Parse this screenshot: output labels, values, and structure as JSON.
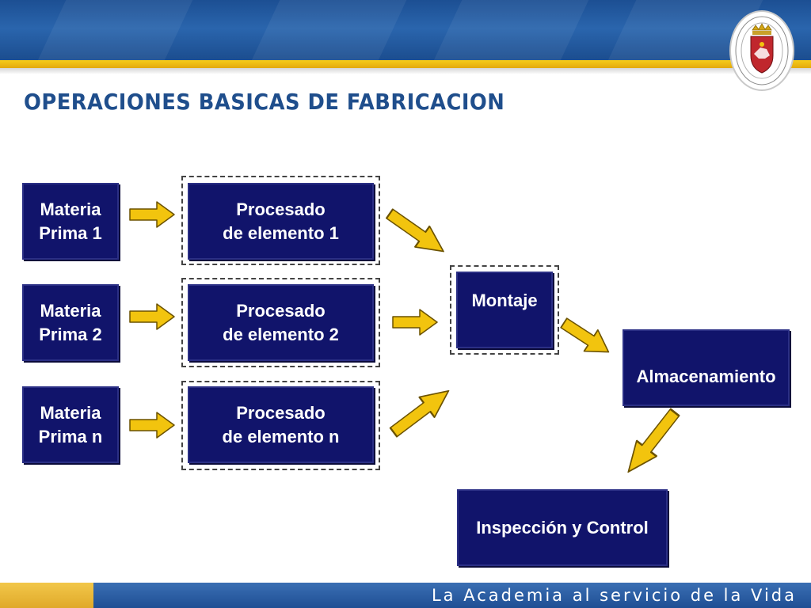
{
  "title": "OPERACIONES BASICAS DE FABRICACION",
  "raw_materials": [
    {
      "line1": "Materia",
      "line2": "Prima 1"
    },
    {
      "line1": "Materia",
      "line2": "Prima 2"
    },
    {
      "line1": "Materia",
      "line2": "Prima n"
    }
  ],
  "processes": [
    {
      "line1": "Procesado",
      "line2": "de elemento 1"
    },
    {
      "line1": "Procesado",
      "line2": "de elemento 2"
    },
    {
      "line1": "Procesado",
      "line2": "de elemento n"
    }
  ],
  "assembly": "Montaje",
  "storage": "Almacenamiento",
  "inspection": "Inspección y Control",
  "footer_tagline": "La Academia al servicio de la Vida",
  "colors": {
    "box_fill": "#11146b",
    "arrow_fill": "#f2c40e",
    "banner_blue": "#1f4e8c",
    "gold": "#f6cc1a"
  }
}
